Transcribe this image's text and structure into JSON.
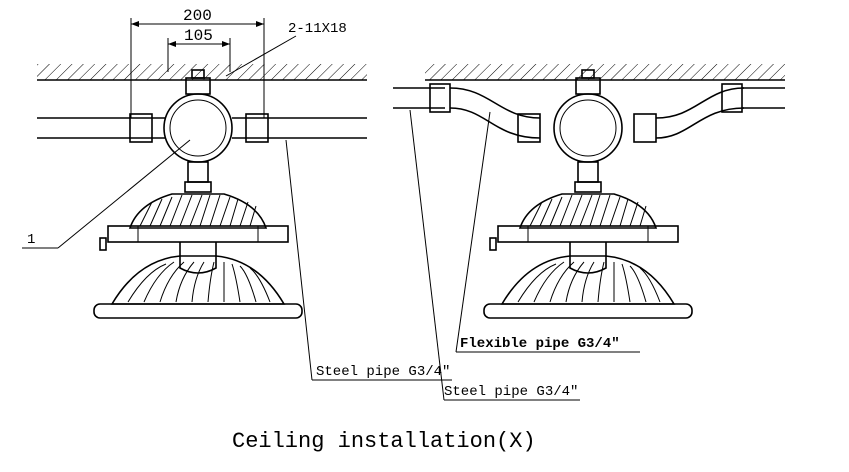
{
  "dimensions": {
    "outer": "200",
    "inner": "105",
    "bolts": "2-11X18"
  },
  "callout_number": "1",
  "labels": {
    "steel_pipe_left": "Steel pipe G3/4\"",
    "flexible_pipe": "Flexible pipe G3/4\"",
    "steel_pipe_right": "Steel pipe G3/4\""
  },
  "caption": "Ceiling installation(X)"
}
